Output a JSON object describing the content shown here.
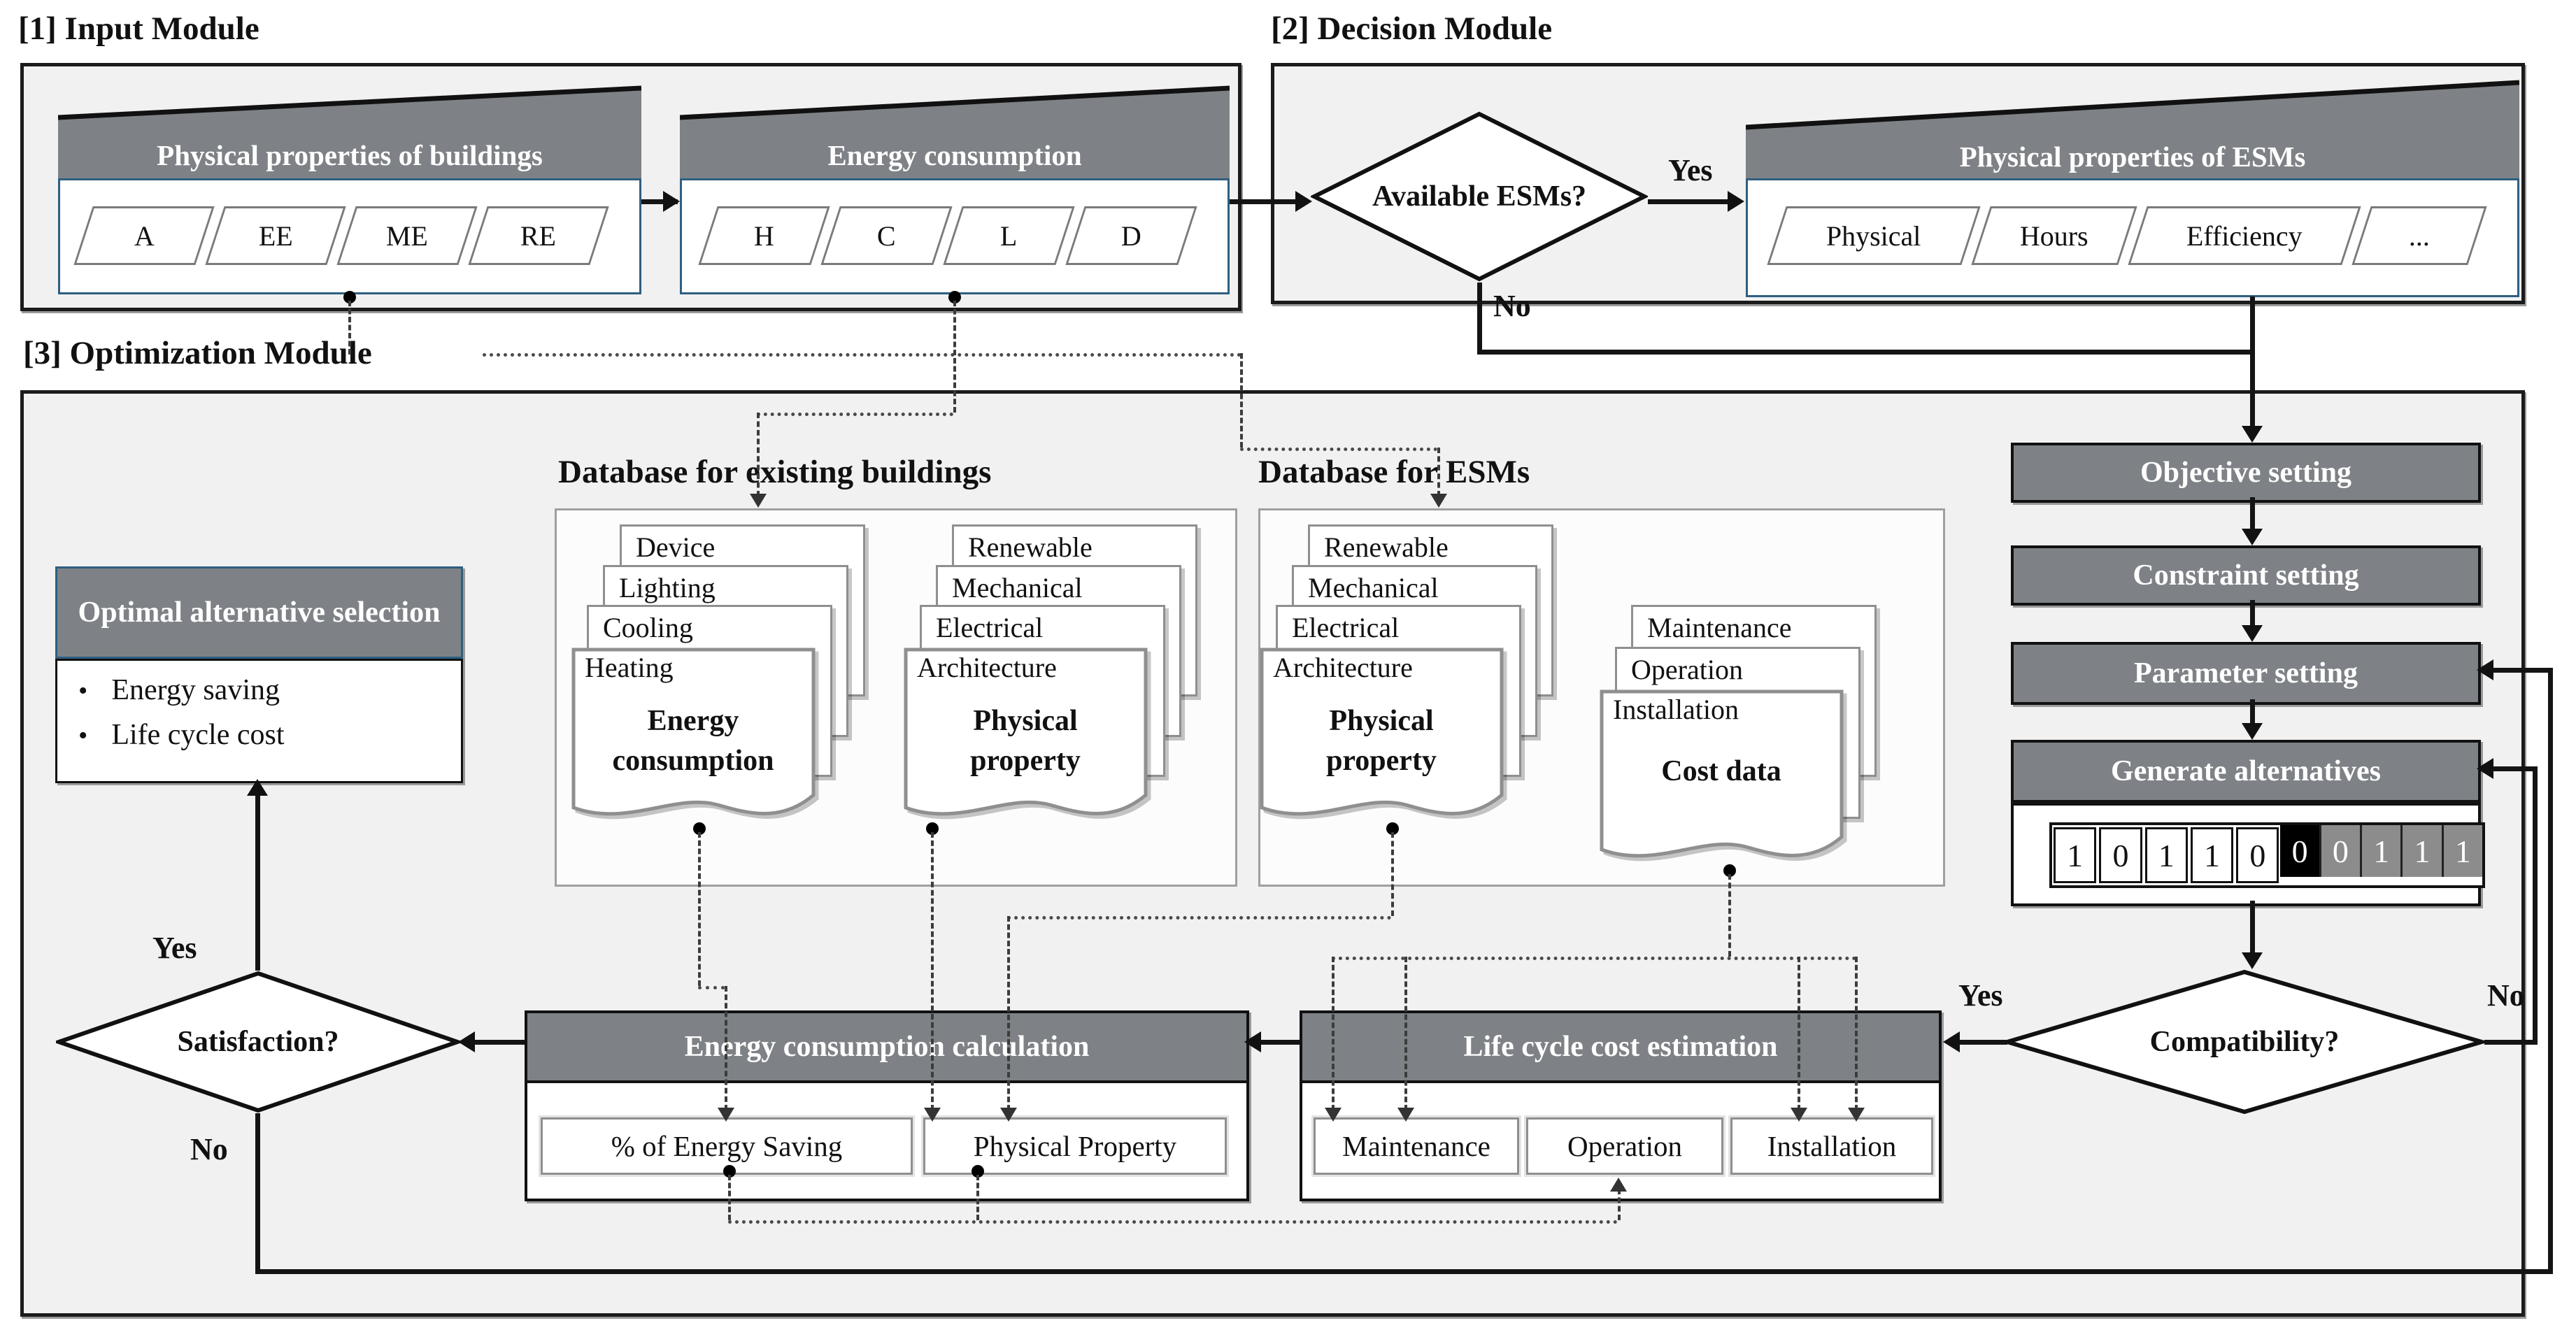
{
  "modules": {
    "m1": "[1] Input Module",
    "m2": "[2] Decision Module",
    "m3": "[3] Optimization Module"
  },
  "input": {
    "buildings": {
      "title": "Physical properties of buildings",
      "items": [
        "A",
        "EE",
        "ME",
        "RE"
      ]
    },
    "energy": {
      "title": "Energy consumption",
      "items": [
        "H",
        "C",
        "L",
        "D"
      ]
    }
  },
  "decision": {
    "diamond": "Available ESMs?",
    "yes": "Yes",
    "no": "No",
    "esms": {
      "title": "Physical properties of ESMs",
      "items": [
        "Physical",
        "Hours",
        "Efficiency",
        "..."
      ]
    }
  },
  "optimization": {
    "db_existing": {
      "label": "Database for existing buildings",
      "stack1": {
        "pages": [
          "Device",
          "Lighting",
          "Cooling",
          "Heating"
        ],
        "front_bold": "Energy consumption"
      },
      "stack2": {
        "pages": [
          "Renewable",
          "Mechanical",
          "Electrical",
          "Architecture"
        ],
        "front_bold": "Physical property"
      }
    },
    "db_esms": {
      "label": "Database for ESMs",
      "stack1": {
        "pages": [
          "Renewable",
          "Mechanical",
          "Electrical",
          "Architecture"
        ],
        "front_bold": "Physical property"
      },
      "stack2": {
        "pages": [
          "Maintenance",
          "Operation",
          "Installation"
        ],
        "front_bold": "Cost data"
      }
    },
    "steps": {
      "objective": "Objective setting",
      "constraint": "Constraint setting",
      "parameter": "Parameter setting",
      "generate": "Generate alternatives"
    },
    "chromosome": {
      "cells": [
        {
          "v": "1",
          "s": "white"
        },
        {
          "v": "0",
          "s": "white"
        },
        {
          "v": "1",
          "s": "white"
        },
        {
          "v": "1",
          "s": "white"
        },
        {
          "v": "0",
          "s": "white"
        },
        {
          "v": "0",
          "s": "black"
        },
        {
          "v": "0",
          "s": "gray"
        },
        {
          "v": "1",
          "s": "gray"
        },
        {
          "v": "1",
          "s": "gray"
        },
        {
          "v": "1",
          "s": "gray"
        }
      ]
    },
    "compatibility": {
      "label": "Compatibility?",
      "yes": "Yes",
      "no": "No"
    },
    "satisfaction": {
      "label": "Satisfaction?",
      "yes": "Yes",
      "no": "No"
    },
    "optimal": {
      "title": "Optimal alternative selection",
      "bullets": [
        "Energy saving",
        "Life cycle cost"
      ]
    },
    "ecc": {
      "title": "Energy consumption calculation",
      "outputs": [
        "% of Energy Saving",
        "Physical Property"
      ]
    },
    "lcc": {
      "title": "Life cycle cost estimation",
      "outputs": [
        "Maintenance",
        "Operation",
        "Installation"
      ]
    }
  },
  "colors": {
    "header_gray": "#7e8286",
    "accent_blue": "#2e5f80",
    "module_bg": "#f1f1f1",
    "cell_gray": "#8c8c8c"
  }
}
